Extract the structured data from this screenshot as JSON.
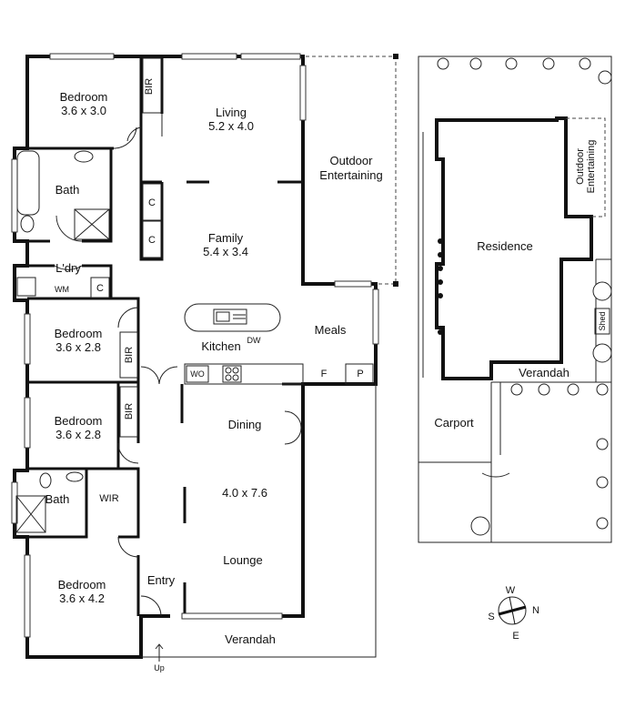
{
  "rooms": {
    "bedroom1": {
      "name": "Bedroom",
      "size": "3.6 x 3.0"
    },
    "living": {
      "name": "Living",
      "size": "5.2 x 4.0"
    },
    "outdoor": {
      "line1": "Outdoor",
      "line2": "Entertaining"
    },
    "bath1": "Bath",
    "family": {
      "name": "Family",
      "size": "5.4 x 3.4"
    },
    "laundry": "L'dry",
    "wm": "WM",
    "bedroom2": {
      "name": "Bedroom",
      "size": "3.6 x 2.8"
    },
    "kitchen": "Kitchen",
    "dw": "DW",
    "meals": "Meals",
    "wo": "WO",
    "fridge": "F",
    "pantry": "P",
    "bedroom3": {
      "name": "Bedroom",
      "size": "3.6 x 2.8"
    },
    "dining": "Dining",
    "bath2": "Bath",
    "wir": "WIR",
    "lounge_size": "4.0 x 7.6",
    "lounge": "Lounge",
    "bedroom4": {
      "name": "Bedroom",
      "size": "3.6 x 4.2"
    },
    "entry": "Entry",
    "verandah": "Verandah",
    "up": "Up",
    "bir": "BIR",
    "cupboard": "C"
  },
  "site": {
    "outdoor": {
      "line1": "Outdoor",
      "line2": "Entertaining"
    },
    "residence": "Residence",
    "shed": "Shed",
    "verandah": "Verandah",
    "carport": "Carport"
  },
  "compass": {
    "w": "W",
    "n": "N",
    "e": "E",
    "s": "S"
  }
}
